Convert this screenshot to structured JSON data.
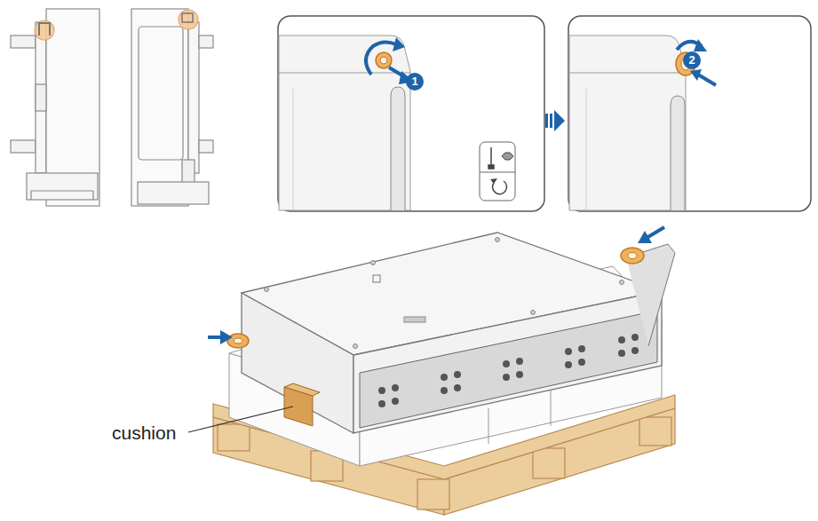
{
  "diagram": {
    "labels": [
      "1",
      "2",
      "cushion"
    ]
  }
}
